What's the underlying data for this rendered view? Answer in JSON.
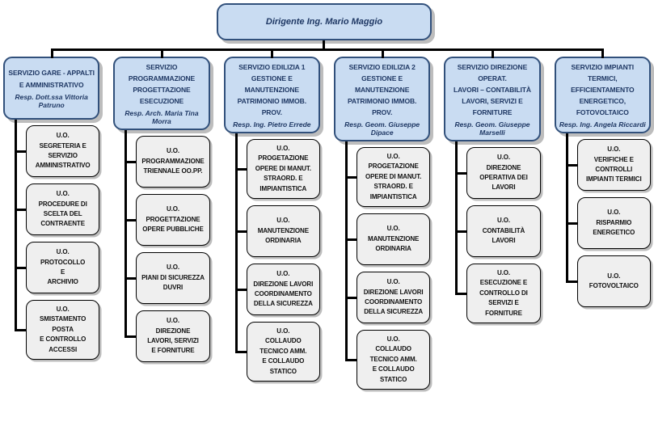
{
  "colors": {
    "box-fill": "#c9dcf2",
    "box-border": "#31507b",
    "box-text": "#1f3864",
    "unit-fill": "#efefef",
    "unit-border": "#000000",
    "unit-text": "#111111",
    "line": "#000000",
    "shadow": "#bdbdbd"
  },
  "root": {
    "label": "Dirigente Ing. Mario Maggio"
  },
  "columns": [
    {
      "title": "SERVIZIO GARE - APPALTI\nE AMMINISTRATIVO",
      "resp": "Resp. Dott.ssa Vittoria Patruno",
      "units": [
        "U.O.\nSEGRETERIA E\nSERVIZIO\nAMMINISTRATIVO",
        "U.O.\nPROCEDURE DI\nSCELTA DEL\nCONTRAENTE",
        "U.O.\nPROTOCOLLO\nE\nARCHIVIO",
        "U.O.\nSMISTAMENTO\nPOSTA\nE CONTROLLO\nACCESSI"
      ]
    },
    {
      "title": "SERVIZIO PROGRAMMAZIONE\nPROGETTAZIONE ESECUZIONE",
      "resp": "Resp. Arch. Maria Tina Morra",
      "units": [
        "U.O.\nPROGRAMMAZIONE\nTRIENNALE OO.PP.",
        "U.O.\nPROGETTAZIONE\nOPERE PUBBLICHE",
        "U.O.\nPIANI DI SICUREZZA\nDUVRI",
        "U.O.\nDIREZIONE\nLAVORI, SERVIZI\nE FORNITURE"
      ]
    },
    {
      "title": "SERVIZIO EDILIZIA 1\nGESTIONE E MANUTENZIONE\nPATRIMONIO IMMOB. PROV.",
      "resp": "Resp. Ing. Pietro Errede",
      "units": [
        "U.O.\nPROGETAZIONE\nOPERE DI MANUT.\nSTRAORD. E\nIMPIANTISTICA",
        "U.O.\nMANUTENZIONE\nORDINARIA",
        "U.O.\nDIREZIONE LAVORI\nCOORDINAMENTO\nDELLA SICUREZZA",
        "U.O.\nCOLLAUDO\nTECNICO AMM.\nE COLLAUDO\nSTATICO"
      ]
    },
    {
      "title": "SERVIZIO EDILIZIA 2\nGESTIONE E MANUTENZIONE\nPATRIMONIO IMMOB. PROV.",
      "resp": "Resp. Geom. Giuseppe Dipace",
      "units": [
        "U.O.\nPROGETAZIONE\nOPERE DI MANUT.\nSTRAORD. E\nIMPIANTISTICA",
        "U.O.\nMANUTENZIONE\nORDINARIA",
        "U.O.\nDIREZIONE LAVORI\nCOORDINAMENTO\nDELLA SICUREZZA",
        "U.O.\nCOLLAUDO\nTECNICO AMM.\nE COLLAUDO\nSTATICO"
      ]
    },
    {
      "title": "SERVIZIO DIREZIONE OPERAT.\nLAVORI – CONTABILITÀ\nLAVORI, SERVIZI E FORNITURE",
      "resp": "Resp. Geom. Giuseppe Marselli",
      "units": [
        "U.O.\nDIREZIONE\nOPERATIVA DEI\nLAVORI",
        "U.O.\nCONTABILITÀ\nLAVORI",
        "U.O.\nESECUZIONE E\nCONTROLLO DI\nSERVIZI E\nFORNITURE"
      ]
    },
    {
      "title": "SERVIZIO IMPIANTI TERMICI,\nEFFICIENTAMENTO\nENERGETICO, FOTOVOLTAICO",
      "resp": "Resp. Ing. Angela Riccardi",
      "units": [
        "U.O.\nVERIFICHE E\nCONTROLLI\nIMPIANTI TERMICI",
        "U.O.\nRISPARMIO\nENERGETICO",
        "U.O.\nFOTOVOLTAICO"
      ]
    }
  ]
}
